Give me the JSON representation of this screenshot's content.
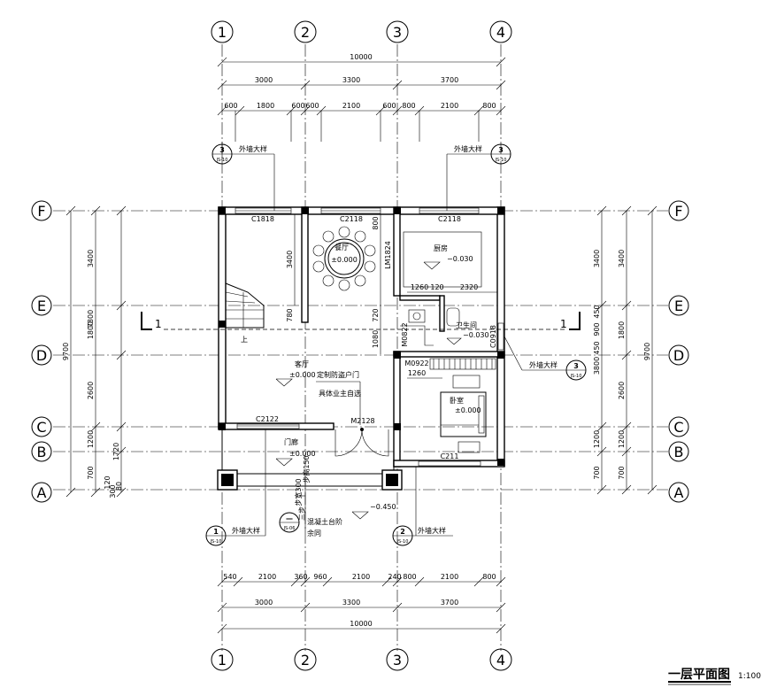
{
  "axes": {
    "cols": [
      "1",
      "2",
      "3",
      "4"
    ],
    "rows": [
      "F",
      "E",
      "D",
      "C",
      "B",
      "A"
    ]
  },
  "dims": {
    "top_total": "10000",
    "top_spans": [
      "3000",
      "3300",
      "3700"
    ],
    "top_details": [
      "600",
      "1800",
      "600",
      "600",
      "2100",
      "600",
      "800",
      "2100",
      "800"
    ],
    "bot_details": [
      "540",
      "2100",
      "360",
      "960",
      "2100",
      "240",
      "800",
      "2100",
      "800"
    ],
    "bot_spans": [
      "3000",
      "3300",
      "3700"
    ],
    "bot_total": "10000",
    "left_outer": "9700",
    "left_mid": [
      "7800",
      "1720"
    ],
    "left_inner": [
      "3400",
      "1800",
      "2600",
      "1200",
      "700"
    ],
    "left_small": [
      "120",
      "300",
      "80"
    ],
    "right_outer": "9700",
    "right_mid": [
      "3400",
      "1800",
      "2600",
      "1200",
      "700"
    ],
    "right_inner": [
      "3400",
      "3800",
      "1200",
      "700"
    ],
    "right_small": [
      "450",
      "900",
      "450"
    ],
    "interior": [
      "3400",
      "780",
      "800",
      "720",
      "1080",
      "1260",
      "120",
      "2320",
      "1260",
      "3400"
    ]
  },
  "windows": {
    "c1818": "C1818",
    "c2118a": "C2118",
    "c2118b": "C2118",
    "lm1824": "LM1824",
    "c2122": "C2122",
    "m2128": "M2128",
    "m0922": "M0922",
    "c0918": "C0918",
    "m0822": "M0822",
    "c2118c": "C211"
  },
  "rooms": {
    "dining_name": "餐厅",
    "dining_level": "±0.000",
    "kitchen_name": "厨房",
    "kitchen_level": "−0.030",
    "bath_name": "卫生间",
    "bath_level": "−0.030",
    "living_name": "客厅",
    "living_level": "±0.000",
    "bedroom_name": "卧室",
    "bedroom_level": "±0.000",
    "porch_name": "门廊",
    "porch_level": "±0.000",
    "outside_level": "−0.450",
    "stair_up": "上"
  },
  "notes": {
    "security_door": "定制防盗户门",
    "owner_choice": "具体业主自选",
    "steps_a": "步高150",
    "steps_b": "步宽300",
    "steps_c": "三步",
    "concrete_steps": "混凝土台阶",
    "same_as": "余同",
    "section_mark": "1"
  },
  "detail_refs": {
    "ref_label": "外墙大样",
    "ref3_num": "3",
    "ref2_num": "2",
    "ref1_num": "1",
    "ref_dash": "—",
    "ref_sheet": "JS-10",
    "ref_sheet_b": "JS-06"
  },
  "drawing_title": "一层平面图",
  "scale": "1:100"
}
